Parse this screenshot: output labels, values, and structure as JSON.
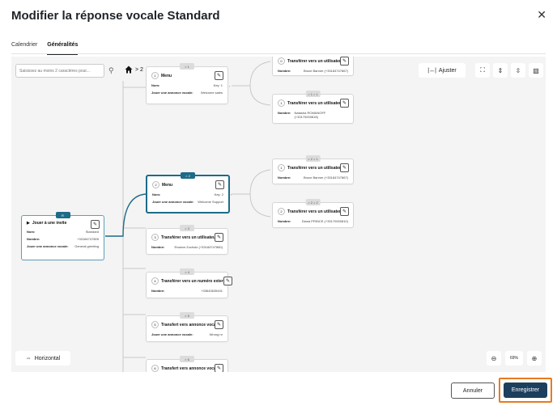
{
  "dialog": {
    "title": "Modifier la réponse vocale Standard",
    "close_icon": "close-icon"
  },
  "tabs": [
    {
      "label": "Calendrier"
    },
    {
      "label": "Généralités"
    }
  ],
  "toolbar": {
    "search_placeholder": "Saisissez au moins 2 caractères pour...",
    "breadcrumb": "> 2",
    "fit_label": "Ajuster"
  },
  "nodes": {
    "root": {
      "badge": "R",
      "title": "Jouer à une invite",
      "rows": [
        {
          "k": "Nom:",
          "v": "Standard"
        },
        {
          "k": "Nombre:",
          "v": "+33184747805"
        },
        {
          "k": "Jouer une annonce vocale:",
          "v": "General greeting"
        }
      ]
    },
    "n1": {
      "badge": "> 1",
      "num": "1",
      "title": "Menu",
      "rows": [
        {
          "k": "Nom:",
          "v": "Key: 1"
        },
        {
          "k": "Jouer une annonce vocale:",
          "v": "Welcome sales"
        }
      ]
    },
    "n2": {
      "badge": "> 2",
      "num": "2",
      "title": "Menu",
      "rows": [
        {
          "k": "Nom:",
          "v": "Key: 2"
        },
        {
          "k": "Jouer une annonce vocale:",
          "v": "Welcome Support"
        }
      ]
    },
    "n3": {
      "badge": "> 3",
      "num": "3",
      "title": "Transférer vers un utilisateur",
      "rows": [
        {
          "k": "Nombre:",
          "v": "Erwann Zucholo (+33184747860)"
        }
      ]
    },
    "n4": {
      "badge": "> 4",
      "num": "4",
      "title": "Transférer vers un numéro externe",
      "rows": [
        {
          "k": "Nombre:",
          "v": "+33643635431"
        }
      ]
    },
    "n5": {
      "badge": "> 5",
      "num": "5",
      "title": "Transfert vers annonce vocale",
      "rows": [
        {
          "k": "Jouer une annonce vocale:",
          "v": "Wrong nr"
        }
      ]
    },
    "n6": {
      "badge": "> 6",
      "num": "6",
      "title": "Transfert vers annonce vocale"
    },
    "n10": {
      "num": "0",
      "title": "Transférer vers un utilisateur",
      "rows": [
        {
          "k": "Nombre:",
          "v": "Bruce Banner (+33184747867)"
        }
      ]
    },
    "n11": {
      "badge": "> 1 > 1",
      "num": "1",
      "title": "Transférer vers un utilisateur",
      "rows": [
        {
          "k": "Nombre:",
          "v": "Natasha ROMANOFF (+33170000818)"
        }
      ]
    },
    "n21": {
      "badge": "> 2 > 1",
      "num": "1",
      "title": "Transférer vers un utilisateur",
      "rows": [
        {
          "k": "Nombre:",
          "v": "Bruce Banner (+33184747867)"
        }
      ]
    },
    "n22": {
      "badge": "> 2 > 2",
      "num": "2",
      "title": "Transférer vers un utilisateur",
      "rows": [
        {
          "k": "Nombre:",
          "v": "Diana PRINCE (+33170000810)"
        }
      ]
    }
  },
  "bottom": {
    "layout_label": "Horizontal",
    "zoom_value": "69%"
  },
  "actions": {
    "cancel_label": "Annuler",
    "save_label": "Enregistrer"
  },
  "colors": {
    "accent": "#1d6b88",
    "primary_button": "#1d3f5e",
    "highlight": "#e87a1e"
  }
}
